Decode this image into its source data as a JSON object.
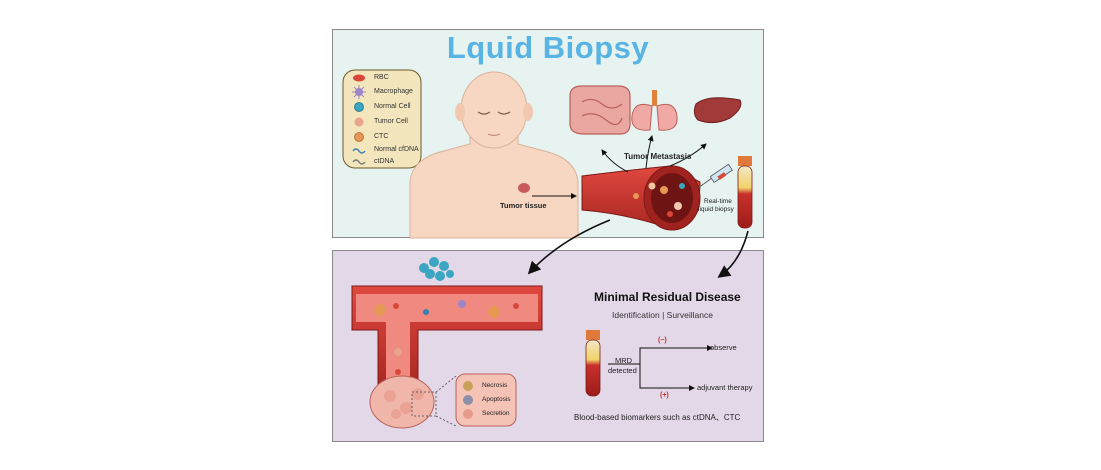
{
  "title": "Lquid Biopsy",
  "legend": [
    "RBC",
    "Macrophage",
    "Normal Cell",
    "Tumor Cell",
    "CTC",
    "Normal cfDNA",
    "ctDNA"
  ],
  "labels": {
    "tumor_tissue": "Tumor tissue",
    "tumor_metastasis": "Tumor Metastasis",
    "realtime_line1": "Real-time",
    "realtime_line2": "liquid biopsy"
  },
  "mrd": {
    "title": "Minimal Residual Disease",
    "subtitle": "Identification | Surveillance",
    "detected_line1": "MRD",
    "detected_line2": "detected",
    "neg_sign": "(−)",
    "pos_sign": "(+)",
    "observe": "observe",
    "adjuvant": "adjuvant therapy",
    "biomarkers": "Blood-based biomarkers such as ctDNA、CTC"
  },
  "cell_fates": [
    "Necrosis",
    "Apoptosis",
    "Secretion"
  ],
  "colors": {
    "title_blue": "#5ab4e3",
    "top_bg": "#e6f3f1",
    "bottom_bg": "#e3d8e8",
    "vessel_red": "#c8302c",
    "legend_bg": "#f4e6bc"
  }
}
